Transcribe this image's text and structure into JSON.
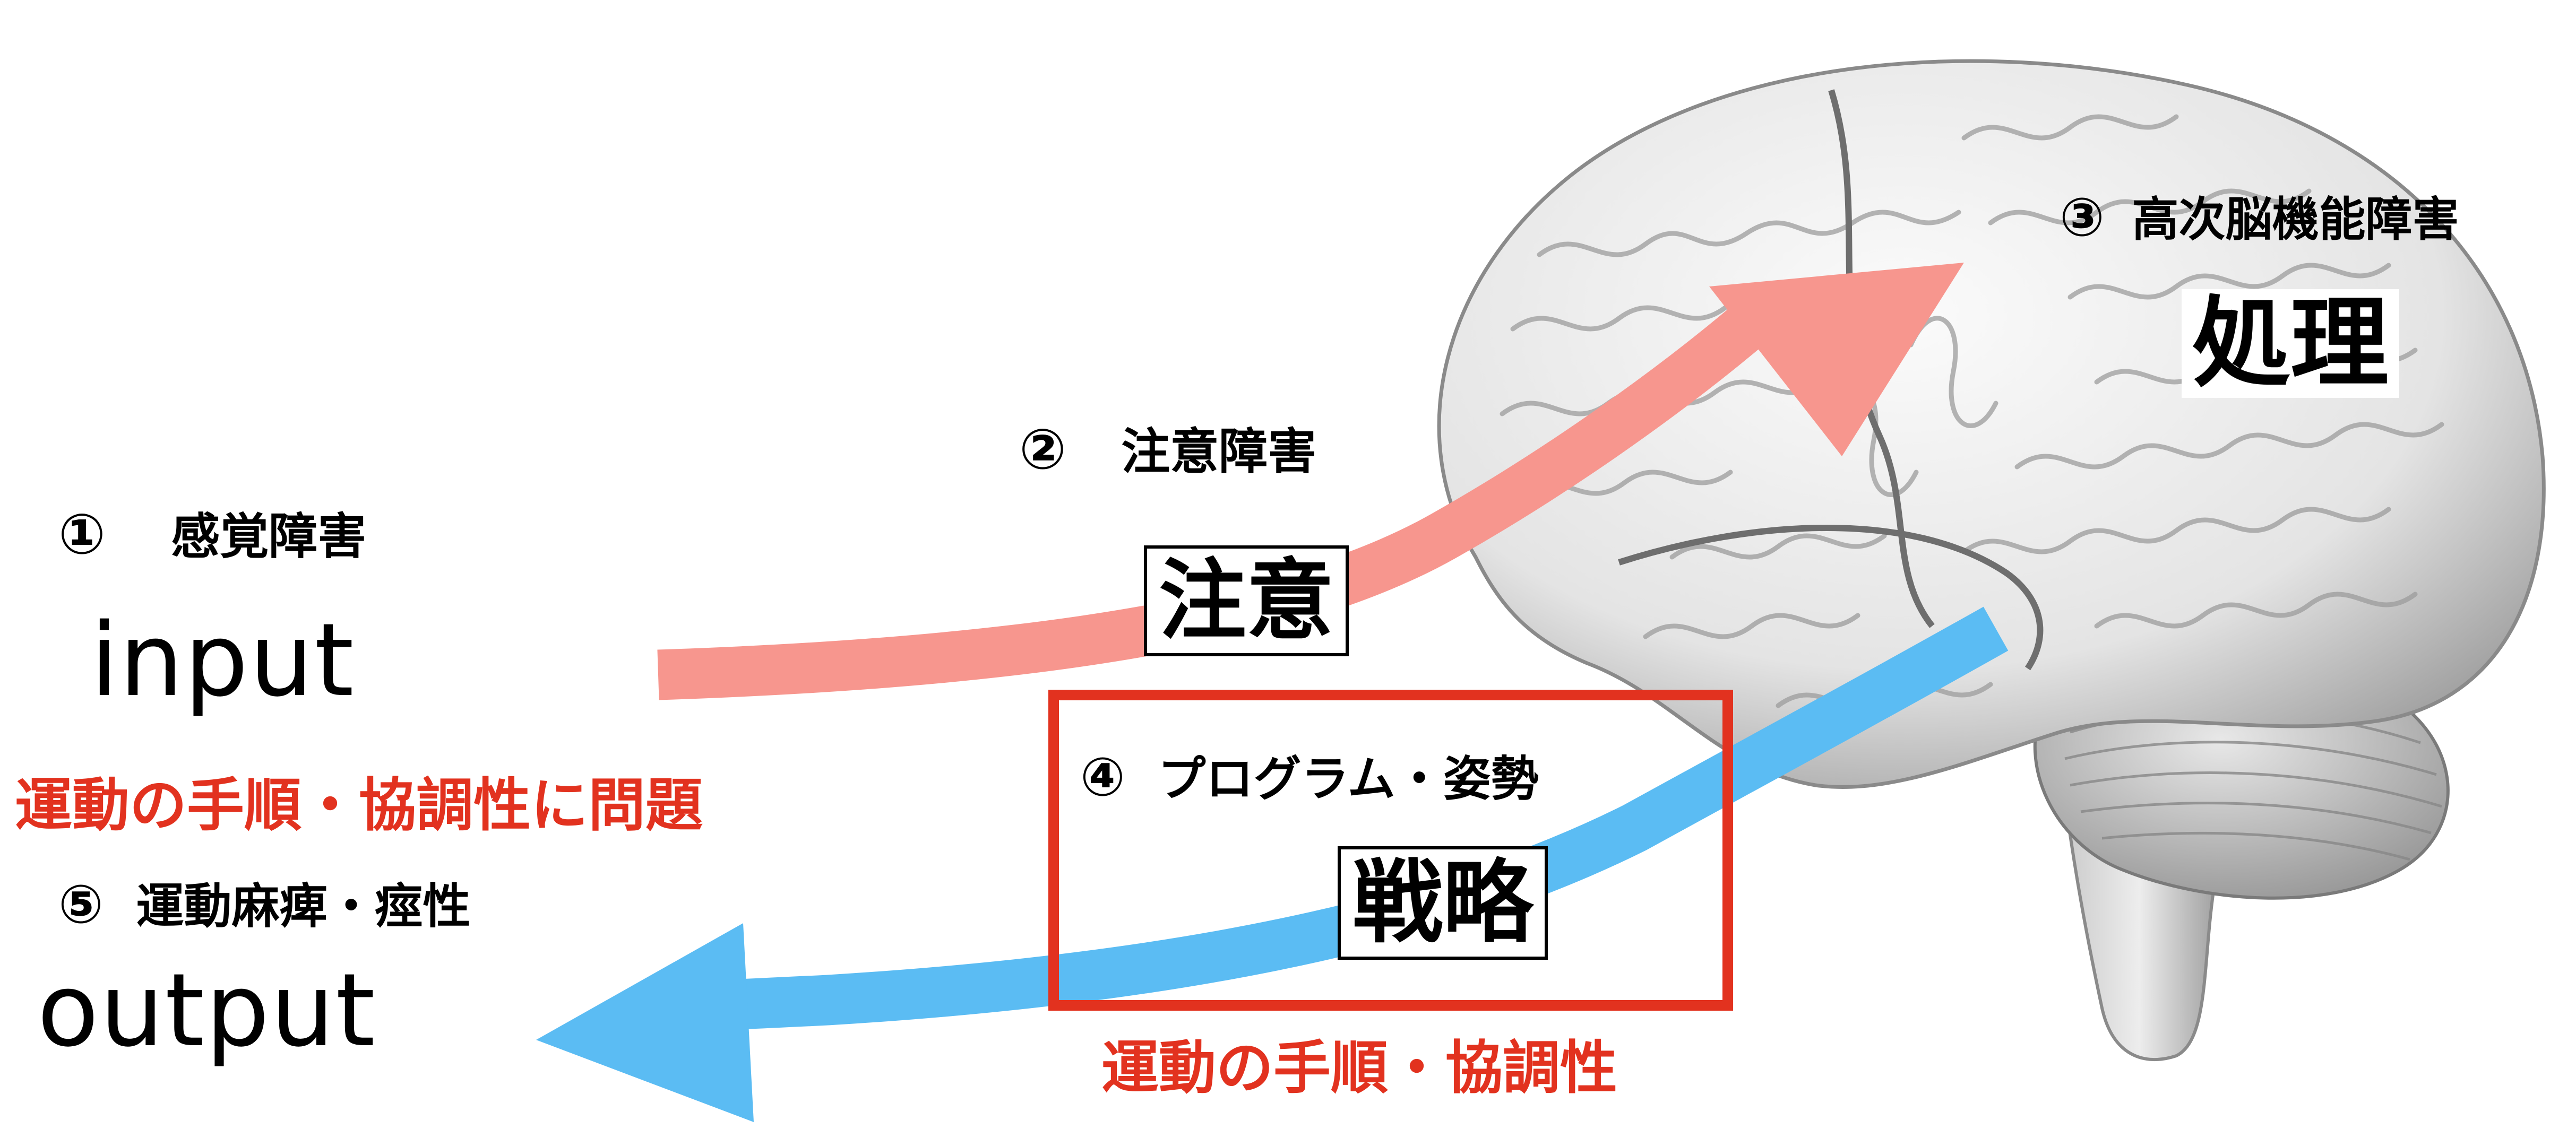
{
  "labels": {
    "sensory": {
      "number": "①",
      "text": "感覚障害"
    },
    "attention": {
      "number": "②",
      "text": "注意障害"
    },
    "higher": {
      "number": "③",
      "text": "高次脳機能障害"
    },
    "program": {
      "number": "④",
      "text": "プログラム・姿勢"
    },
    "motor": {
      "number": "⑤",
      "text": "運動麻痺・痙性"
    }
  },
  "io": {
    "input": "input",
    "output": "output"
  },
  "boxes": {
    "attention": "注意",
    "processing": "処理",
    "strategy": "戦略"
  },
  "notes": {
    "left": "運動の手順・協調性に問題",
    "bottom": "運動の手順・協調性"
  },
  "colors": {
    "input_arrow": "#f7968e",
    "output_arrow": "#5bbcf3",
    "highlight_box": "#e2321f",
    "note_text": "#e2321f"
  }
}
